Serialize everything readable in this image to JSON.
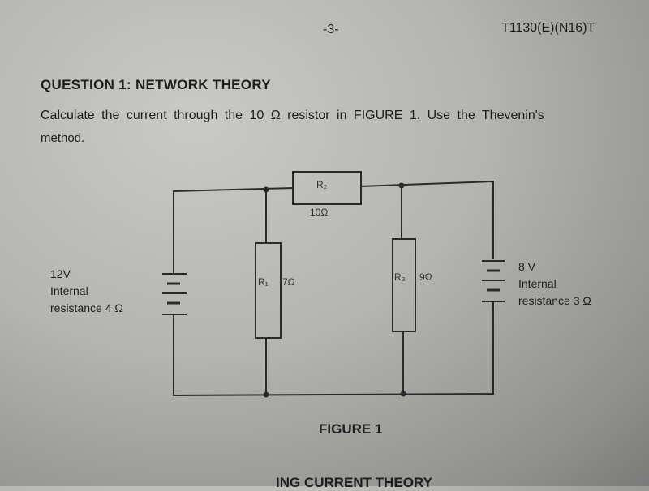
{
  "header": {
    "page_number": "-3-",
    "paper_code": "T1130(E)(N16)T"
  },
  "question": {
    "title": "QUESTION 1:  NETWORK THEORY",
    "text_line1": "Calculate the current through the 10 Ω resistor in FIGURE 1.  Use the Thevenin's",
    "text_line2": "method."
  },
  "circuit": {
    "source_left": {
      "voltage": "12V",
      "line2": "Internal",
      "line3": "resistance 4 Ω"
    },
    "source_right": {
      "voltage": "8 V",
      "line2": "Internal",
      "line3": "resistance 3 Ω"
    },
    "r1": {
      "label": "R₁",
      "value": "7Ω"
    },
    "r2": {
      "label": "R₂",
      "value": "10Ω"
    },
    "r3": {
      "label": "R₃",
      "value": "9Ω"
    }
  },
  "figure_caption": "FIGURE 1",
  "next_section_partial": "ING CURRENT THEORY"
}
